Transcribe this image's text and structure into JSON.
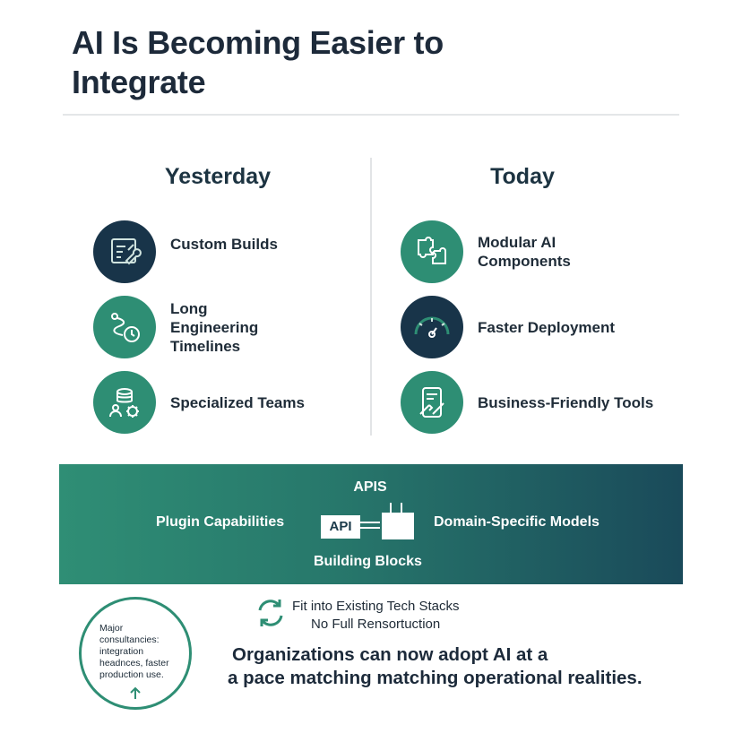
{
  "title": "AI Is Becoming Easier to Integrate",
  "columns": {
    "yesterday": {
      "heading": "Yesterday",
      "items": [
        {
          "label": "Custom Builds",
          "icon": "blueprint-wrench-icon"
        },
        {
          "label": "Long Engineering Timelines",
          "icon": "path-clock-icon"
        },
        {
          "label": "Specialized Teams",
          "icon": "team-gear-icon"
        }
      ]
    },
    "today": {
      "heading": "Today",
      "items": [
        {
          "label": "Modular AI Components",
          "icon": "puzzle-icon"
        },
        {
          "label": "Faster Deployment",
          "icon": "speedometer-icon"
        },
        {
          "label": "Business-Friendly Tools",
          "icon": "tablet-tools-icon"
        }
      ]
    }
  },
  "band": {
    "apis": "APIS",
    "plugin": "Plugin Capabilities",
    "api_box": "API",
    "domain": "Domain-Specific Models",
    "blocks": "Building Blocks"
  },
  "stamp": {
    "line1": "Major",
    "line2": "consultancies:",
    "line3": "integration",
    "line4": "headnces, faster",
    "line5": "production use."
  },
  "fit": {
    "line1": "Fit into Existing Tech Stacks",
    "line2": "No Full Rensortuction"
  },
  "conclusion": {
    "line1": "Organizations can now adopt AI at a",
    "line2": "a pace matching matching operational realities."
  },
  "colors": {
    "teal": "#2e8e74",
    "navy": "#183449",
    "band_start": "#2f8e75",
    "band_end": "#1a4a5a"
  }
}
